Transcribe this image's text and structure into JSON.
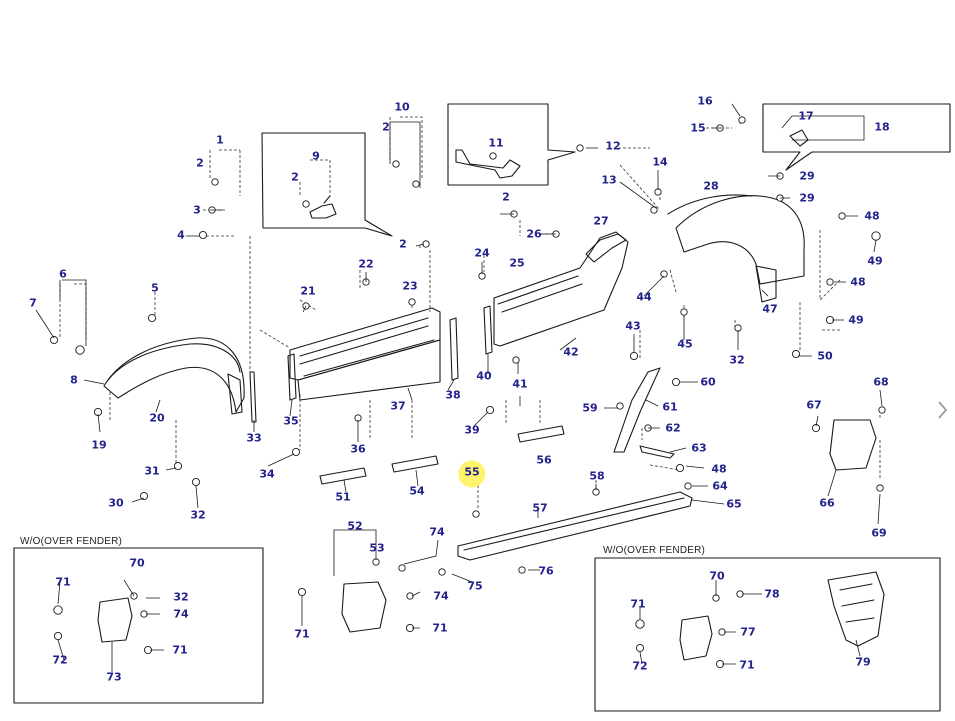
{
  "diagram": {
    "callouts": {
      "c1": "1",
      "c2a": "2",
      "c3": "3",
      "c4": "4",
      "c5": "5",
      "c6": "6",
      "c7": "7",
      "c8": "8",
      "c9": "9",
      "c2b": "2",
      "c10": "10",
      "c2c": "2",
      "c2d": "2",
      "c11": "11",
      "c12": "12",
      "c13": "13",
      "c14": "14",
      "c15": "15",
      "c16": "16",
      "c17": "17",
      "c18": "18",
      "c19": "19",
      "c20": "20",
      "c21": "21",
      "c22": "22",
      "c23": "23",
      "c24": "24",
      "c25": "25",
      "c26": "26",
      "c27": "27",
      "c28": "28",
      "c29a": "29",
      "c29b": "29",
      "c2e": "2",
      "c30": "30",
      "c31": "31",
      "c32a": "32",
      "c33": "33",
      "c34": "34",
      "c35": "35",
      "c36": "36",
      "c37": "37",
      "c38": "38",
      "c39": "39",
      "c40": "40",
      "c41": "41",
      "c42": "42",
      "c43": "43",
      "c44": "44",
      "c45": "45",
      "c32b": "32",
      "c47": "47",
      "c48a": "48",
      "c48b": "48",
      "c48c": "48",
      "c49a": "49",
      "c49b": "49",
      "c50": "50",
      "c51": "51",
      "c54": "54",
      "c56": "56",
      "c55": "55",
      "c57": "57",
      "c58": "58",
      "c59": "59",
      "c60": "60",
      "c61": "61",
      "c62": "62",
      "c63": "63",
      "c64": "64",
      "c65": "65",
      "c66": "66",
      "c67": "67",
      "c68": "68",
      "c69": "69",
      "c52": "52",
      "c53": "53",
      "c74a": "74",
      "c74b": "74",
      "c75": "75",
      "c76": "76",
      "c71a": "71",
      "c71b": "71",
      "c70a": "70",
      "c71c": "71",
      "c32c": "32",
      "c74c": "74",
      "c72a": "72",
      "c71d": "71",
      "c73": "73",
      "c70b": "70",
      "c78": "78",
      "c71e": "71",
      "c77": "77",
      "c72b": "72",
      "c71f": "71",
      "c79": "79"
    },
    "highlighted_callout": "55",
    "insets": {
      "left_label": "W/O(OVER FENDER)",
      "right_label": "W/O(OVER FENDER)"
    },
    "colors": {
      "callout_text": "#22228c",
      "highlight": "#fff36b",
      "line_art": "#1a1a1a",
      "leader_lines": "#333333"
    }
  },
  "navigation": {
    "next_icon": "chevron-right-icon"
  }
}
